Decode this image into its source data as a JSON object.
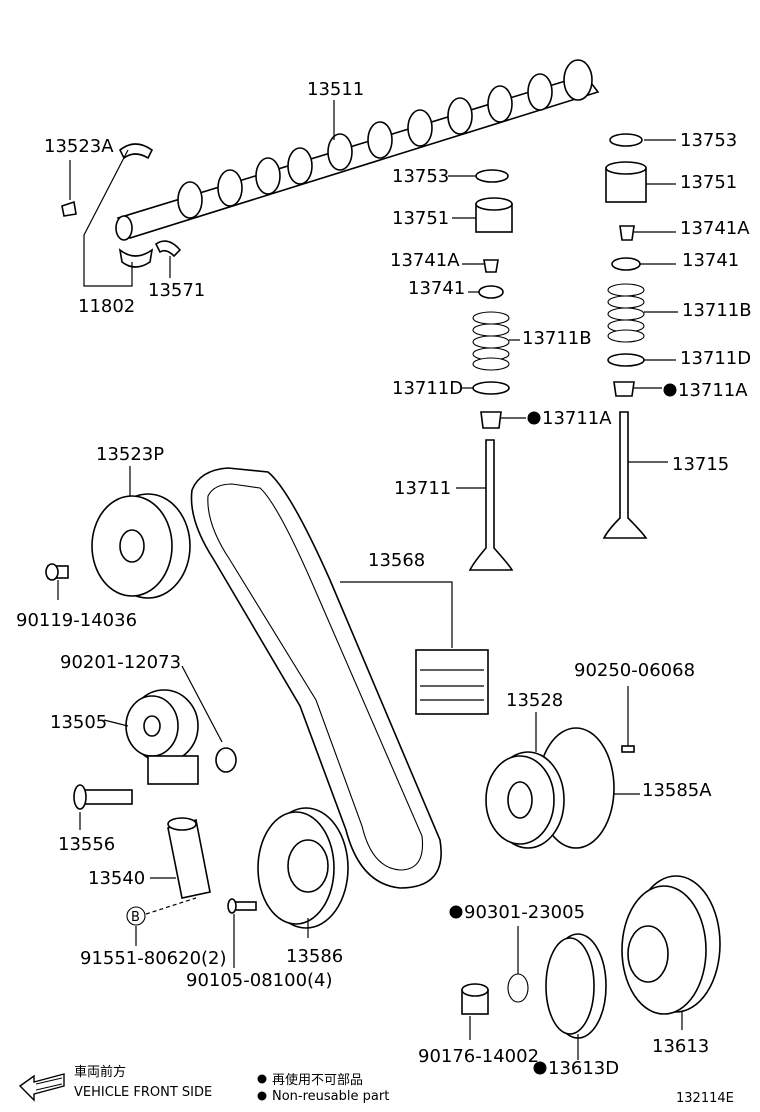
{
  "diagram": {
    "figure_code": "132114E",
    "labels": {
      "camshaft": "13511",
      "cam_bearing_a": "13523A",
      "cam_bearing_set": "11802",
      "thrust_washer": "13571",
      "shim_left": "13753",
      "lifter_left": "13751",
      "keeper_left": "13741A",
      "retainer_left": "13741",
      "spring_left": "13711B",
      "seat_left": "13711D",
      "seal_left": "13711A",
      "intake_valve": "13711",
      "shim_right": "13753",
      "lifter_right": "13751",
      "keeper_right": "13741A",
      "retainer_right": "13741",
      "spring_right": "13711B",
      "seat_right": "13711D",
      "seal_right": "13711A",
      "exhaust_valve": "13715",
      "cam_pulley": "13523P",
      "pulley_bolt": "90119-14036",
      "timing_belt": "13568",
      "washer": "90201-12073",
      "idler": "13505",
      "idler_bolt": "13556",
      "tensioner": "13540",
      "tensioner_bolt": "91551-80620(2)",
      "tensioner_bolt_b": "B",
      "screw": "90105-08100(4)",
      "pulley_small": "13586",
      "pin": "90250-06068",
      "crank_pulley_gear": "13528",
      "crank_plate": "13585A",
      "oring": "90301-23005",
      "oil_seal": "13613D",
      "crank_damper": "13613",
      "crank_bolt": "90176-14002"
    },
    "legend": {
      "front_jp": "車両前方",
      "front_en": "VEHICLE FRONT SIDE",
      "nonreusable_jp": "再使用不可部品",
      "nonreusable_en": "Non-reusable part"
    },
    "colors": {
      "ink": "#000000",
      "paper": "#ffffff"
    }
  }
}
